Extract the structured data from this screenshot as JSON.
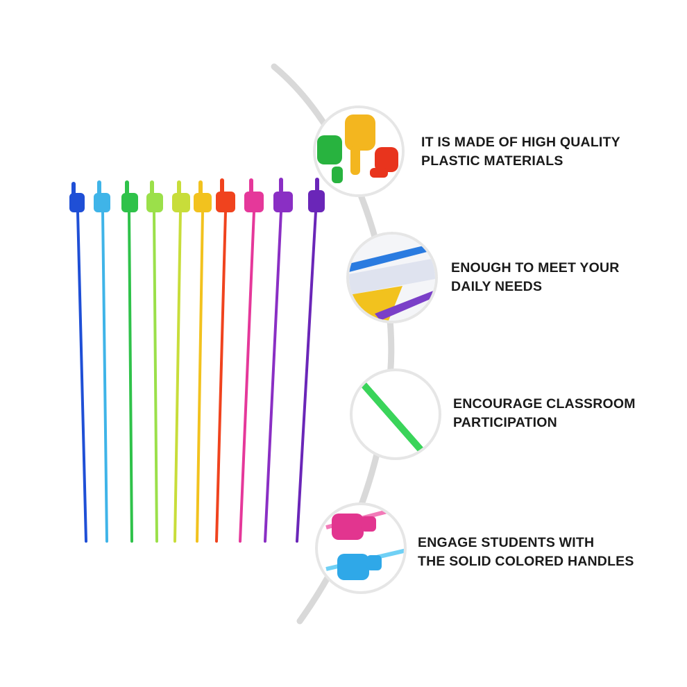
{
  "features": [
    {
      "line1": "IT IS MADE OF HIGH QUALITY",
      "line2": "PLASTIC MATERIALS"
    },
    {
      "line1": "ENOUGH TO MEET YOUR",
      "line2": "DAILY NEEDS"
    },
    {
      "line1": "ENCOURAGE CLASSROOM",
      "line2": "PARTICIPATION"
    },
    {
      "line1": "ENGAGE STUDENTS WITH",
      "line2": "THE SOLID COLORED HANDLES"
    }
  ],
  "pointer_colors": [
    "#1f4fd6",
    "#3fb4e8",
    "#2fc24a",
    "#9be04a",
    "#c8dd3a",
    "#f2c21e",
    "#f0431e",
    "#e5389a",
    "#8a2fc4",
    "#6a26b8"
  ],
  "arc_color": "#d9d9d9"
}
